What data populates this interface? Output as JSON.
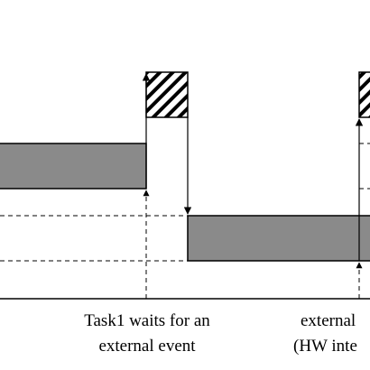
{
  "colors": {
    "background": "#ffffff",
    "line": "#000000",
    "task_bar": "#8a8a8a",
    "hatch": "#000000"
  },
  "labels": {
    "task1_caption_line1": "Task1 waits for an",
    "task1_caption_line2": "external event",
    "event_caption_line1": "external",
    "event_caption_line2": "(HW inte"
  }
}
